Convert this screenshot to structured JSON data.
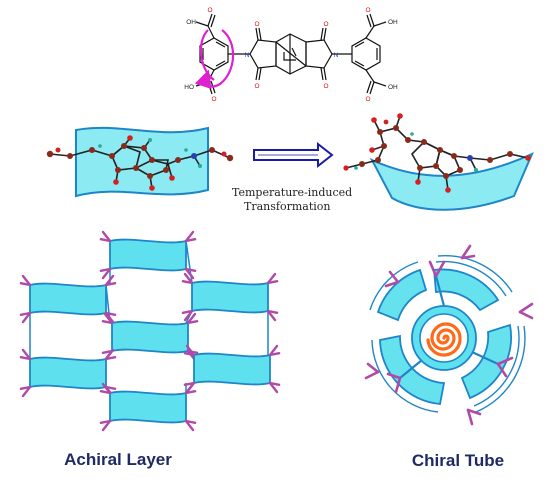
{
  "molecule": {
    "cooh_upper_left": "OH",
    "cooh_lower_left": "HO",
    "cooh_upper_right": "OH",
    "cooh_lower_right": "OH",
    "atom_o": "O",
    "atom_n": "N"
  },
  "transformation": {
    "line1": "Temperature-induced",
    "line2": "Transformation"
  },
  "achiral_label": "Achiral Layer",
  "chiral_label": "Chiral Tube",
  "colors": {
    "cyan_fill": "#5ee0ee",
    "cyan_stroke": "#1e86c8",
    "magenta": "#b04aa8",
    "rotation_arrow": "#e020d0",
    "arrow_blue": "#1a1aa6",
    "spiral": "#ff6a1a",
    "title_navy": "#1f2a63"
  }
}
